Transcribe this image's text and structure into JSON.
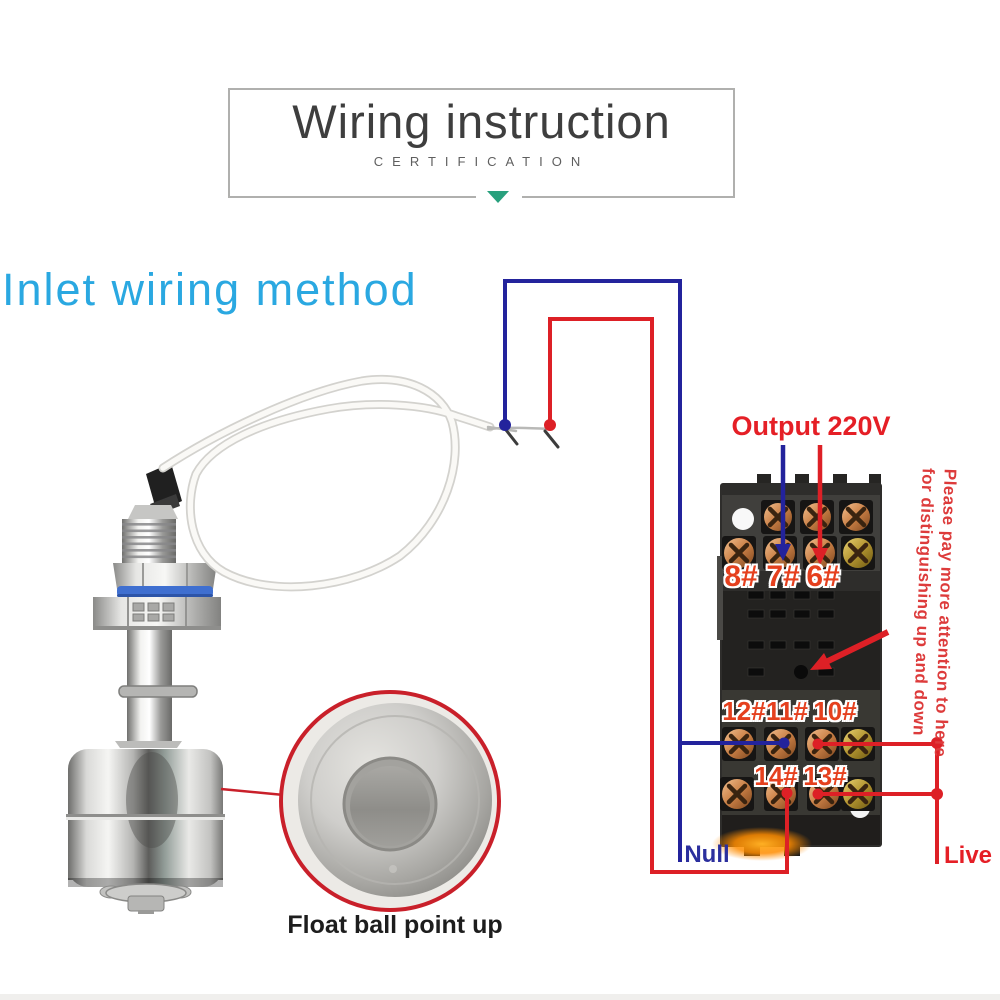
{
  "banner": {
    "title": "Wiring instruction",
    "subtitle": "CERTIFICATION"
  },
  "headline": "Inlet wiring method",
  "float_switch": {
    "caption": "Float ball point up"
  },
  "wiring": {
    "output_label": "Output 220V",
    "attention_note_line1": "Please pay more attention to here",
    "attention_note_line2": "for distinguishing up and down",
    "null_label": "Null",
    "live_label": "Live"
  },
  "socket_terminals": {
    "top_row": [
      "8#",
      "7#",
      "6#"
    ],
    "middle_row": [
      "12#",
      "11#",
      "10#"
    ],
    "bottom_row": [
      "14#",
      "13#"
    ]
  },
  "colors": {
    "headline_blue": "#2aa8e1",
    "wire_blue": "#23239c",
    "wire_red": "#dd2026",
    "terminal_label_red": "#e5401e",
    "note_red": "#dd3b3b",
    "triangle_green": "#28a07d",
    "glow_orange": "#ff9b1e"
  }
}
